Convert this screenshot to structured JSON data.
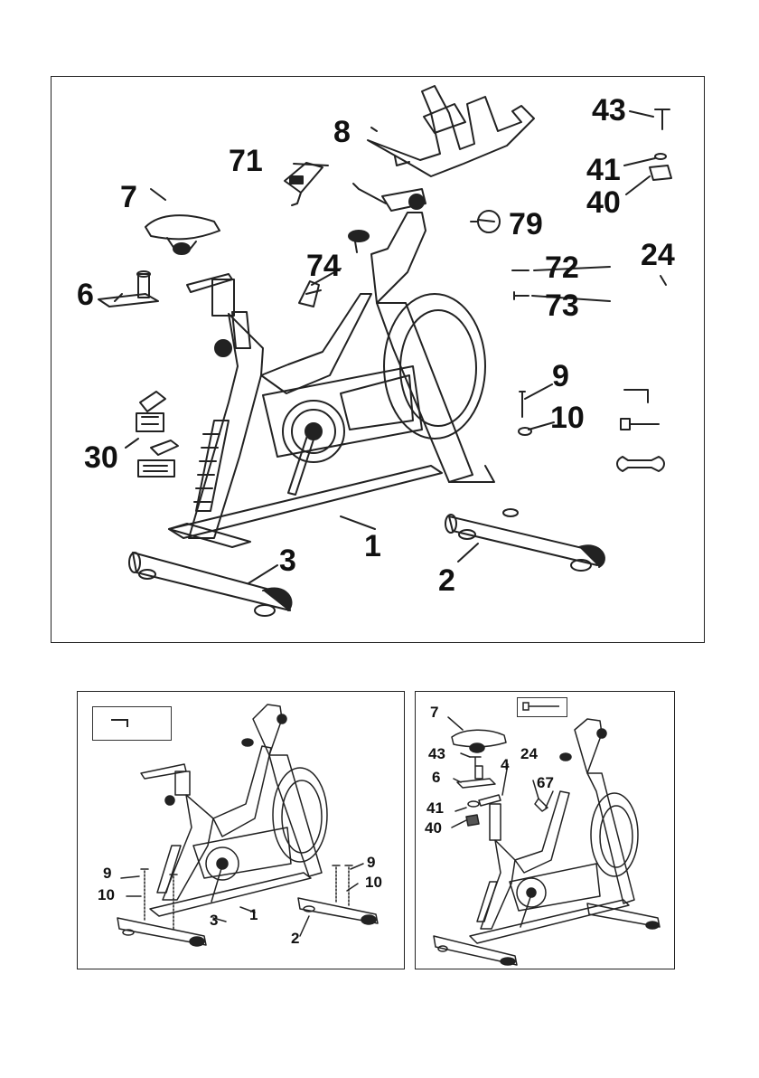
{
  "main_labels": {
    "l43": "43",
    "l8": "8",
    "l71": "71",
    "l41": "41",
    "l7": "7",
    "l40": "40",
    "l79": "79",
    "l24": "24",
    "l74": "74",
    "l72": "72",
    "l6": "6",
    "l73": "73",
    "l9": "9",
    "l10": "10",
    "l30": "30",
    "l3": "3",
    "l1": "1",
    "l2": "2"
  },
  "step1_labels": {
    "l9a": "9",
    "l10a": "10",
    "l9b": "9",
    "l10b": "10",
    "l3": "3",
    "l1": "1",
    "l2": "2"
  },
  "step2_labels": {
    "l7": "7",
    "l43": "43",
    "l24": "24",
    "l6": "6",
    "l4": "4",
    "l67": "67",
    "l41": "41",
    "l40": "40"
  },
  "tools": {
    "main": [
      "allen-key-icon",
      "t-wrench-icon",
      "open-wrench-icon"
    ],
    "step1": "allen-key-icon",
    "step2": "t-wrench-icon"
  },
  "colors": {
    "line": "#222222",
    "background": "#ffffff"
  }
}
